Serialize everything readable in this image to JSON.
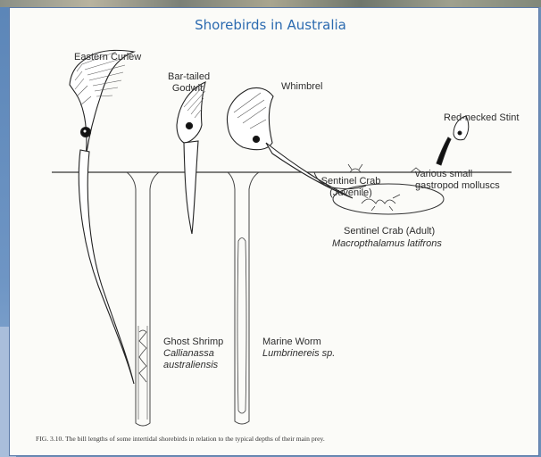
{
  "title": "Shorebirds in Australia",
  "birds": {
    "eastern_curlew": "Eastern Curlew",
    "bar_tailed_godwit": [
      "Bar-tailed",
      "Godwit"
    ],
    "whimbrel": "Whimbrel",
    "red_necked_stint": "Red-necked Stint"
  },
  "prey": {
    "sentinel_crab_juvenile": [
      "Sentinel Crab",
      "(Juvenile)"
    ],
    "gastropods": [
      "various small",
      "gastropod molluscs"
    ],
    "sentinel_crab_adult": "Sentinel Crab (Adult)",
    "sentinel_crab_adult_species": "Macropthalamus latifrons",
    "ghost_shrimp": "Ghost Shrimp",
    "ghost_shrimp_species": [
      "Callianassa",
      "australiensis"
    ],
    "marine_worm": "Marine Worm",
    "marine_worm_species": "Lumbrinereis sp."
  },
  "caption": "FIG. 3.10.   The bill lengths of some intertidal shorebirds in relation to the typical depths of their main prey.",
  "colors": {
    "title": "#2c6bb0",
    "border": "#5b7aa8",
    "background": "#6d8fb8"
  }
}
